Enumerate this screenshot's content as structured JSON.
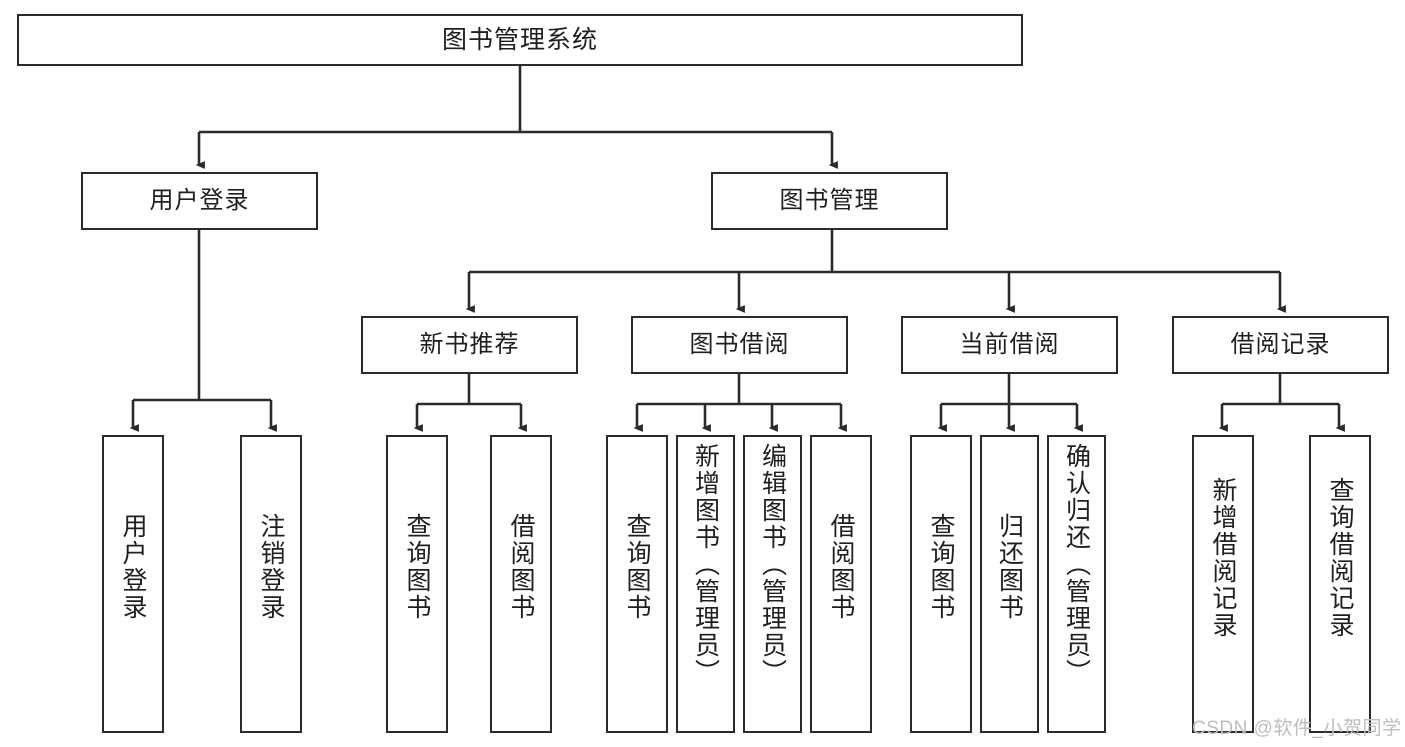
{
  "diagram": {
    "type": "tree",
    "title": "图书管理系统",
    "colors": {
      "border": "#2b2b2b",
      "fill": "#ffffff",
      "text": "#1f1f1f",
      "connector": "#2b2b2b",
      "watermark": "#bdbdbd"
    },
    "root": {
      "label": "图书管理系统"
    },
    "level2": [
      {
        "label": "用户登录"
      },
      {
        "label": "图书管理"
      }
    ],
    "level3": [
      {
        "label": "新书推荐"
      },
      {
        "label": "图书借阅"
      },
      {
        "label": "当前借阅"
      },
      {
        "label": "借阅记录"
      }
    ],
    "leaves": [
      {
        "label": "用户登录",
        "parent": "用户登录"
      },
      {
        "label": "注销登录",
        "parent": "用户登录"
      },
      {
        "label": "查询图书",
        "parent": "新书推荐"
      },
      {
        "label": "借阅图书",
        "parent": "新书推荐"
      },
      {
        "label": "查询图书",
        "parent": "图书借阅"
      },
      {
        "label": "新增图书（管理员）",
        "parent": "图书借阅"
      },
      {
        "label": "编辑图书（管理员）",
        "parent": "图书借阅"
      },
      {
        "label": "借阅图书",
        "parent": "图书借阅"
      },
      {
        "label": "查询图书",
        "parent": "当前借阅"
      },
      {
        "label": "归还图书",
        "parent": "当前借阅"
      },
      {
        "label": "确认归还（管理员）",
        "parent": "当前借阅"
      },
      {
        "label": "新增借阅记录",
        "parent": "借阅记录"
      },
      {
        "label": "查询借阅记录",
        "parent": "借阅记录"
      }
    ]
  },
  "watermark": {
    "text": "CSDN @软件_小贺同学"
  }
}
